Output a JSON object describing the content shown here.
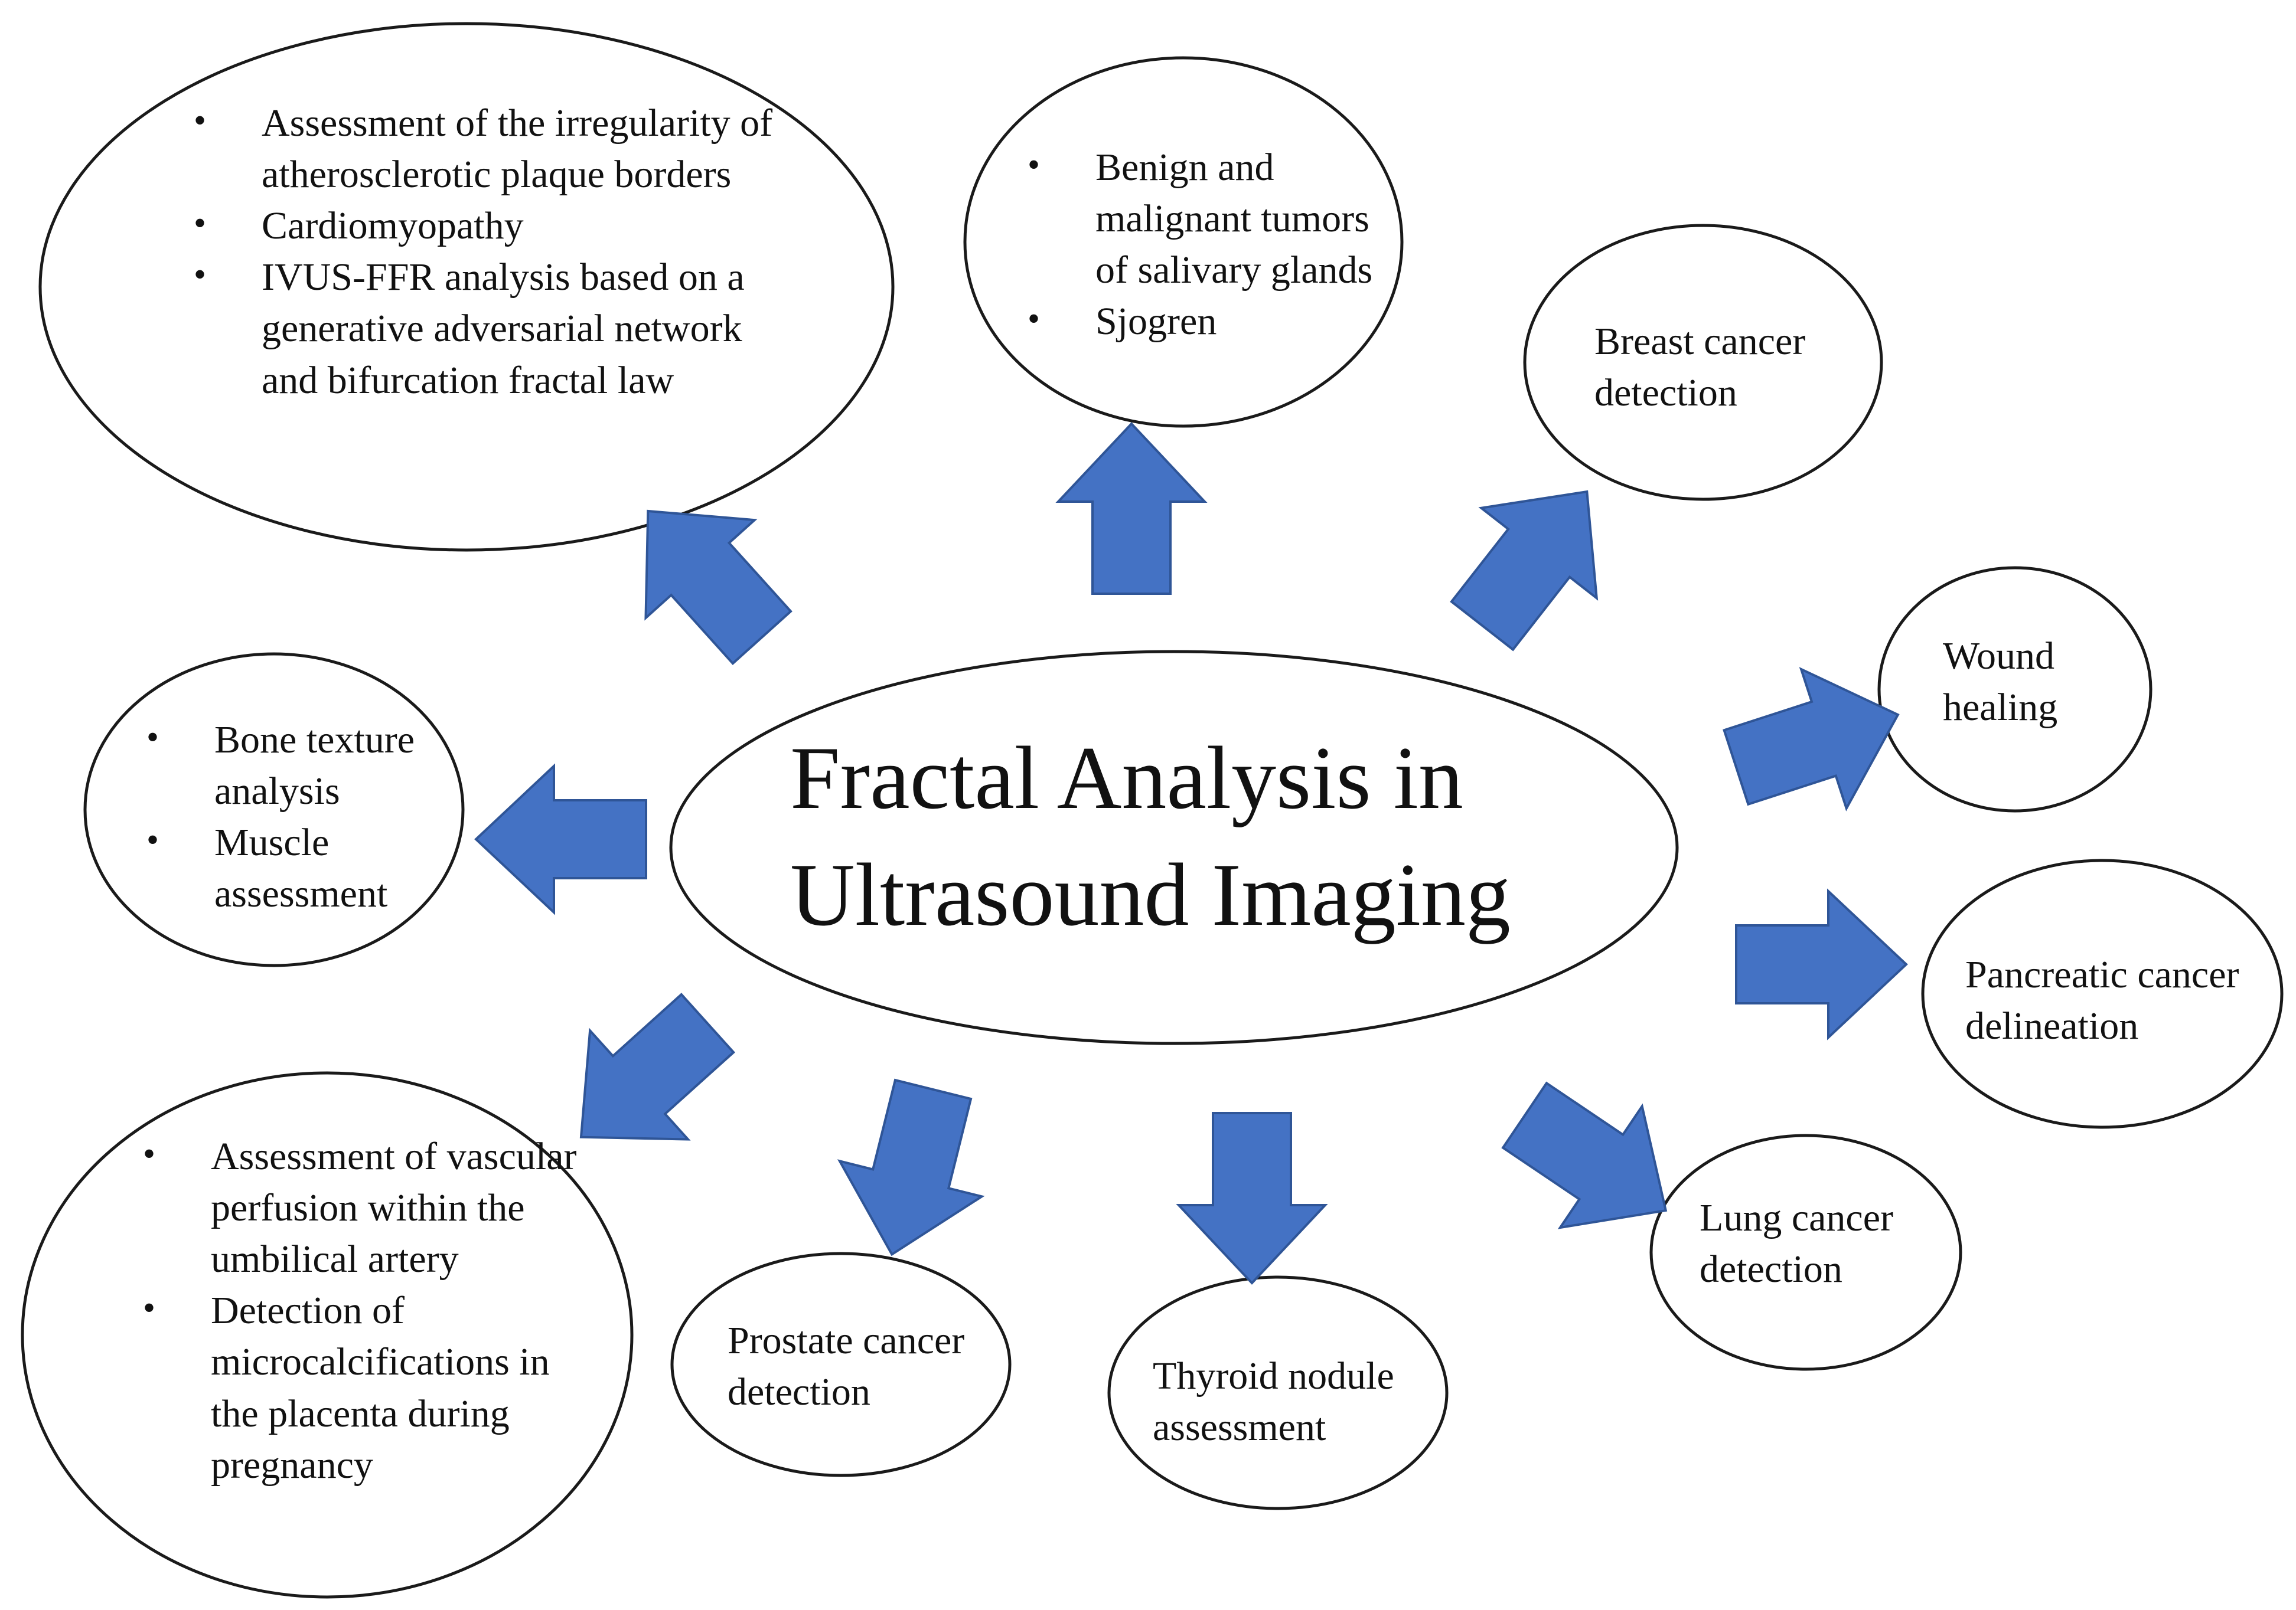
{
  "center": {
    "line1": "Fractal Analysis in",
    "line2": "Ultrasound Imaging"
  },
  "nodes": {
    "cardio": [
      "Assessment of  the irregularity of atherosclerotic plaque borders",
      "Cardiomyopathy",
      "IVUS-FFR analysis based on a generative adversarial network and bifurcation fractal law"
    ],
    "salivary": [
      "Benign and malignant tumors of salivary glands",
      "Sjogren"
    ],
    "breast": "Breast cancer detection",
    "wound": "Wound healing",
    "pancreatic": "Pancreatic cancer delineation",
    "lung": "Lung cancer detection",
    "thyroid": "Thyroid nodule assessment",
    "prostate": "Prostate cancer detection",
    "musculo": [
      "Bone texture analysis",
      "Muscle assessment"
    ],
    "obstetric": [
      "Assessment of vascular perfusion within the umbilical artery",
      "Detection of microcalcifications in the placenta during pregnancy"
    ]
  },
  "colors": {
    "arrow_fill": "#4472C4",
    "arrow_stroke": "#2F5597",
    "outline": "#1a1a1a"
  }
}
